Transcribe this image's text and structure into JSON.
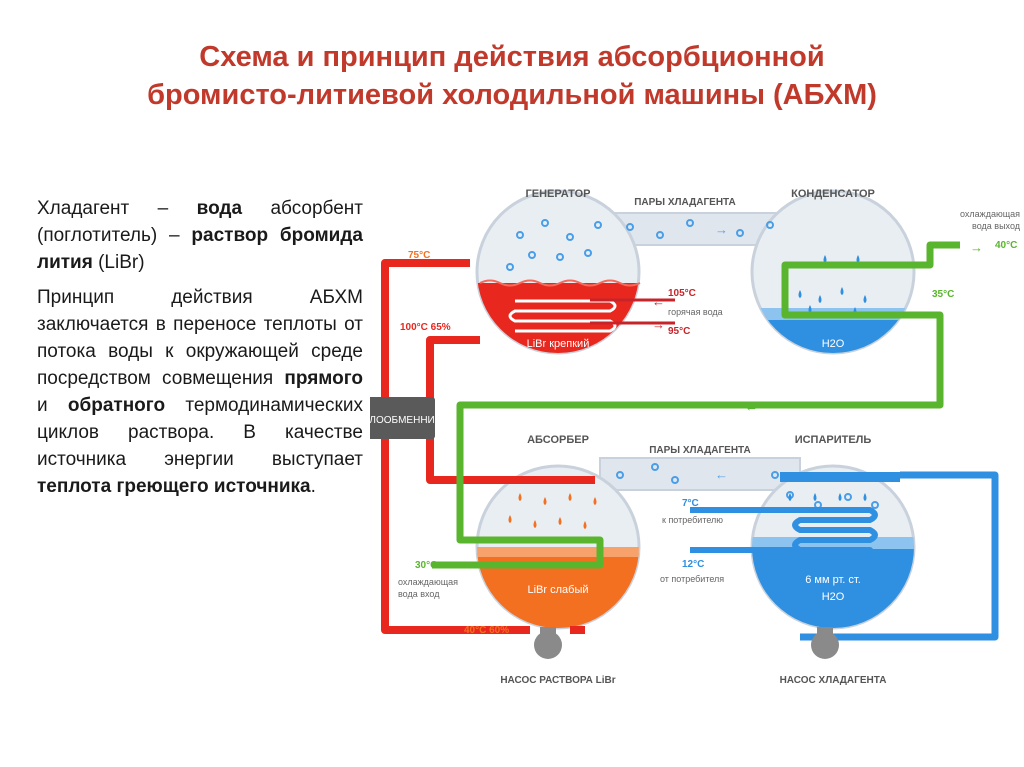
{
  "title": {
    "line1": "Схема и принцип действия абсорбционной",
    "line2": "бромисто-литиевой холодильной машины (АБХМ)"
  },
  "description": {
    "p1": {
      "t1": "Хладагент – ",
      "b1": "вода",
      "t2": " абсорбент (поглотитель) – ",
      "b2": "раствор бромида лития",
      "t3": " (LiBr)"
    },
    "p2": {
      "t1": "Принцип действия АБХМ заключается в переносе теплоты от потока воды к окружающей среде посредством совмещения ",
      "b1": "прямого",
      "t2": " и ",
      "b2": "обратного",
      "t3": " термодинамических циклов раствора. В качестве источника энергии выступает ",
      "b3": "теплота греющего источника",
      "t4": "."
    }
  },
  "diagram": {
    "generator": "ГЕНЕРАТОР",
    "condenser": "КОНДЕНСАТОР",
    "absorber": "АБСОРБЕР",
    "evaporator": "ИСПАРИТЕЛЬ",
    "vapor_top": "ПАРЫ ХЛАДАГЕНТА",
    "vapor_bottom": "ПАРЫ ХЛАДАГЕНТА",
    "heat_exchanger": "ТЕПЛООБМЕННИК",
    "libr_strong": "LiBr крепкий",
    "libr_weak": "LiBr слабый",
    "h2o_top": "H2O",
    "h2o_bottom": "H2O",
    "pressure": "6 мм рт. ст.",
    "t_75": "75°C",
    "t_100": "100°C  65%",
    "t_105": "105°C",
    "hot_water": "горячая вода",
    "t_95": "95°C",
    "cooling_out_1": "охлаждающая",
    "cooling_out_2": "вода выход",
    "t_40_top": "40°C",
    "t_35": "35°C",
    "t_7": "7°C",
    "to_consumer": "к потребителю",
    "t_12": "12°C",
    "from_consumer": "от потребителя",
    "t_30": "30°C",
    "cooling_in_1": "охлаждающая",
    "cooling_in_2": "вода вход",
    "t_40_bottom": "40°C  60%",
    "pump_solution": "НАСОС РАСТВОРА LiBr",
    "pump_refrigerant": "НАСОС ХЛАДАГЕНТА"
  },
  "colors": {
    "title": "#c0392b",
    "hot_red": "#e8281e",
    "orange": "#f37021",
    "green": "#5ab52e",
    "blue": "#2f8fe0",
    "vapor": "#dfe6ee",
    "heat_exchanger": "#5a5a5a"
  }
}
